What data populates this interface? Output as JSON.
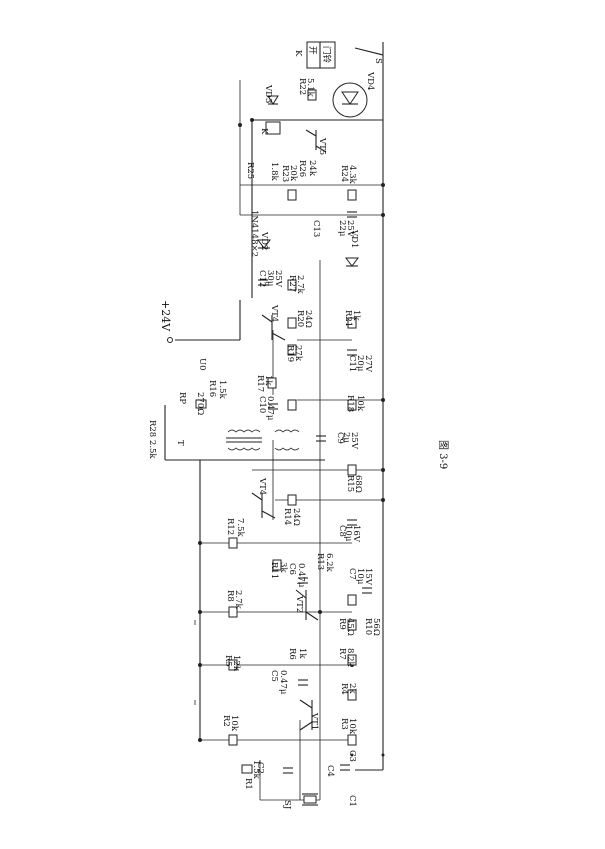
{
  "figure_caption": "图 3-9",
  "supply_label": "+24V",
  "components": {
    "RP": "RP",
    "RP_val": "270Ω",
    "R28": "R28 2.5k",
    "T": "T",
    "R16": "R16",
    "R16_val": "1.5k",
    "U0": "U0",
    "R17": "R17",
    "R17_val": "1k",
    "C10": "C10",
    "C10_val": "0.47μ",
    "R18": "R18",
    "R18_val": "10k",
    "C9": "C9",
    "C9_val": "2μ",
    "C9_v": "25V",
    "R15": "R15",
    "R15_val": "68Ω",
    "VT4": "VT4",
    "R14": "R14",
    "R14_val": "24Ω",
    "C8": "C8",
    "C8_val": "10μ",
    "C8_v": "16V",
    "R12": "R12",
    "R12_val": "7.5k",
    "R11": "R11",
    "R11_val": "3k",
    "C6": "C6",
    "C6_val": "0.47μ",
    "R13": "R13",
    "R13_val": "6.2k",
    "C7": "C7",
    "C7_val": "10μ",
    "C7_v": "15V",
    "VT2": "VT2",
    "R8": "R8",
    "R8_val": "2.7k",
    "R9": "R9",
    "R9_val": "45Ω",
    "R10": "R10",
    "R10_val": "56Ω",
    "R5": "R5",
    "R5_val": "12k",
    "C5": "C5",
    "C5_val": "0.47μ",
    "R6": "R6",
    "R6_val": "1k",
    "R7": "R7",
    "R7_val": "8.2k",
    "R4": "R4",
    "R4_val": "2k",
    "R2": "R2",
    "R2_val": "10k",
    "R3": "R3",
    "R3_val": "10k",
    "VT1": "VT1",
    "C2": "C2",
    "C4": "C4",
    "C3": "C3",
    "R1": "R1",
    "R1_val": "1.5k",
    "SJ": "SJ",
    "C1": "C1",
    "C12": "C12",
    "C12_val": "30μ",
    "C12_v": "25V",
    "R27": "R27",
    "R27_val": "2.7k",
    "VT4b": "VT4",
    "R20": "R20",
    "R20_val": "24Ω",
    "R21": "R21",
    "R21_val": "1k",
    "R19": "R19",
    "R19_val": "27k",
    "C11": "C11",
    "C11_val": "20μ",
    "C11_v": "27V",
    "VD2": "VD2",
    "VD2_part": "1N4148×2",
    "C13": "C13",
    "C13_val": "22μ",
    "C13_v": "25V",
    "VD1": "VD1",
    "R25": "R25",
    "R25_val": "1.8k",
    "R23": "R23",
    "R23_val": "20k",
    "R26": "R26",
    "R26_val": "24k",
    "R24": "R24",
    "R24_val": "4.3k",
    "VT5": "VT5",
    "VD3": "VD3",
    "K_coil": "K",
    "R22": "R22",
    "R22_val": "5.1k",
    "VD4": "VD4",
    "K": "K",
    "K_box": "开",
    "K_box2": "门铃",
    "S": "S"
  }
}
